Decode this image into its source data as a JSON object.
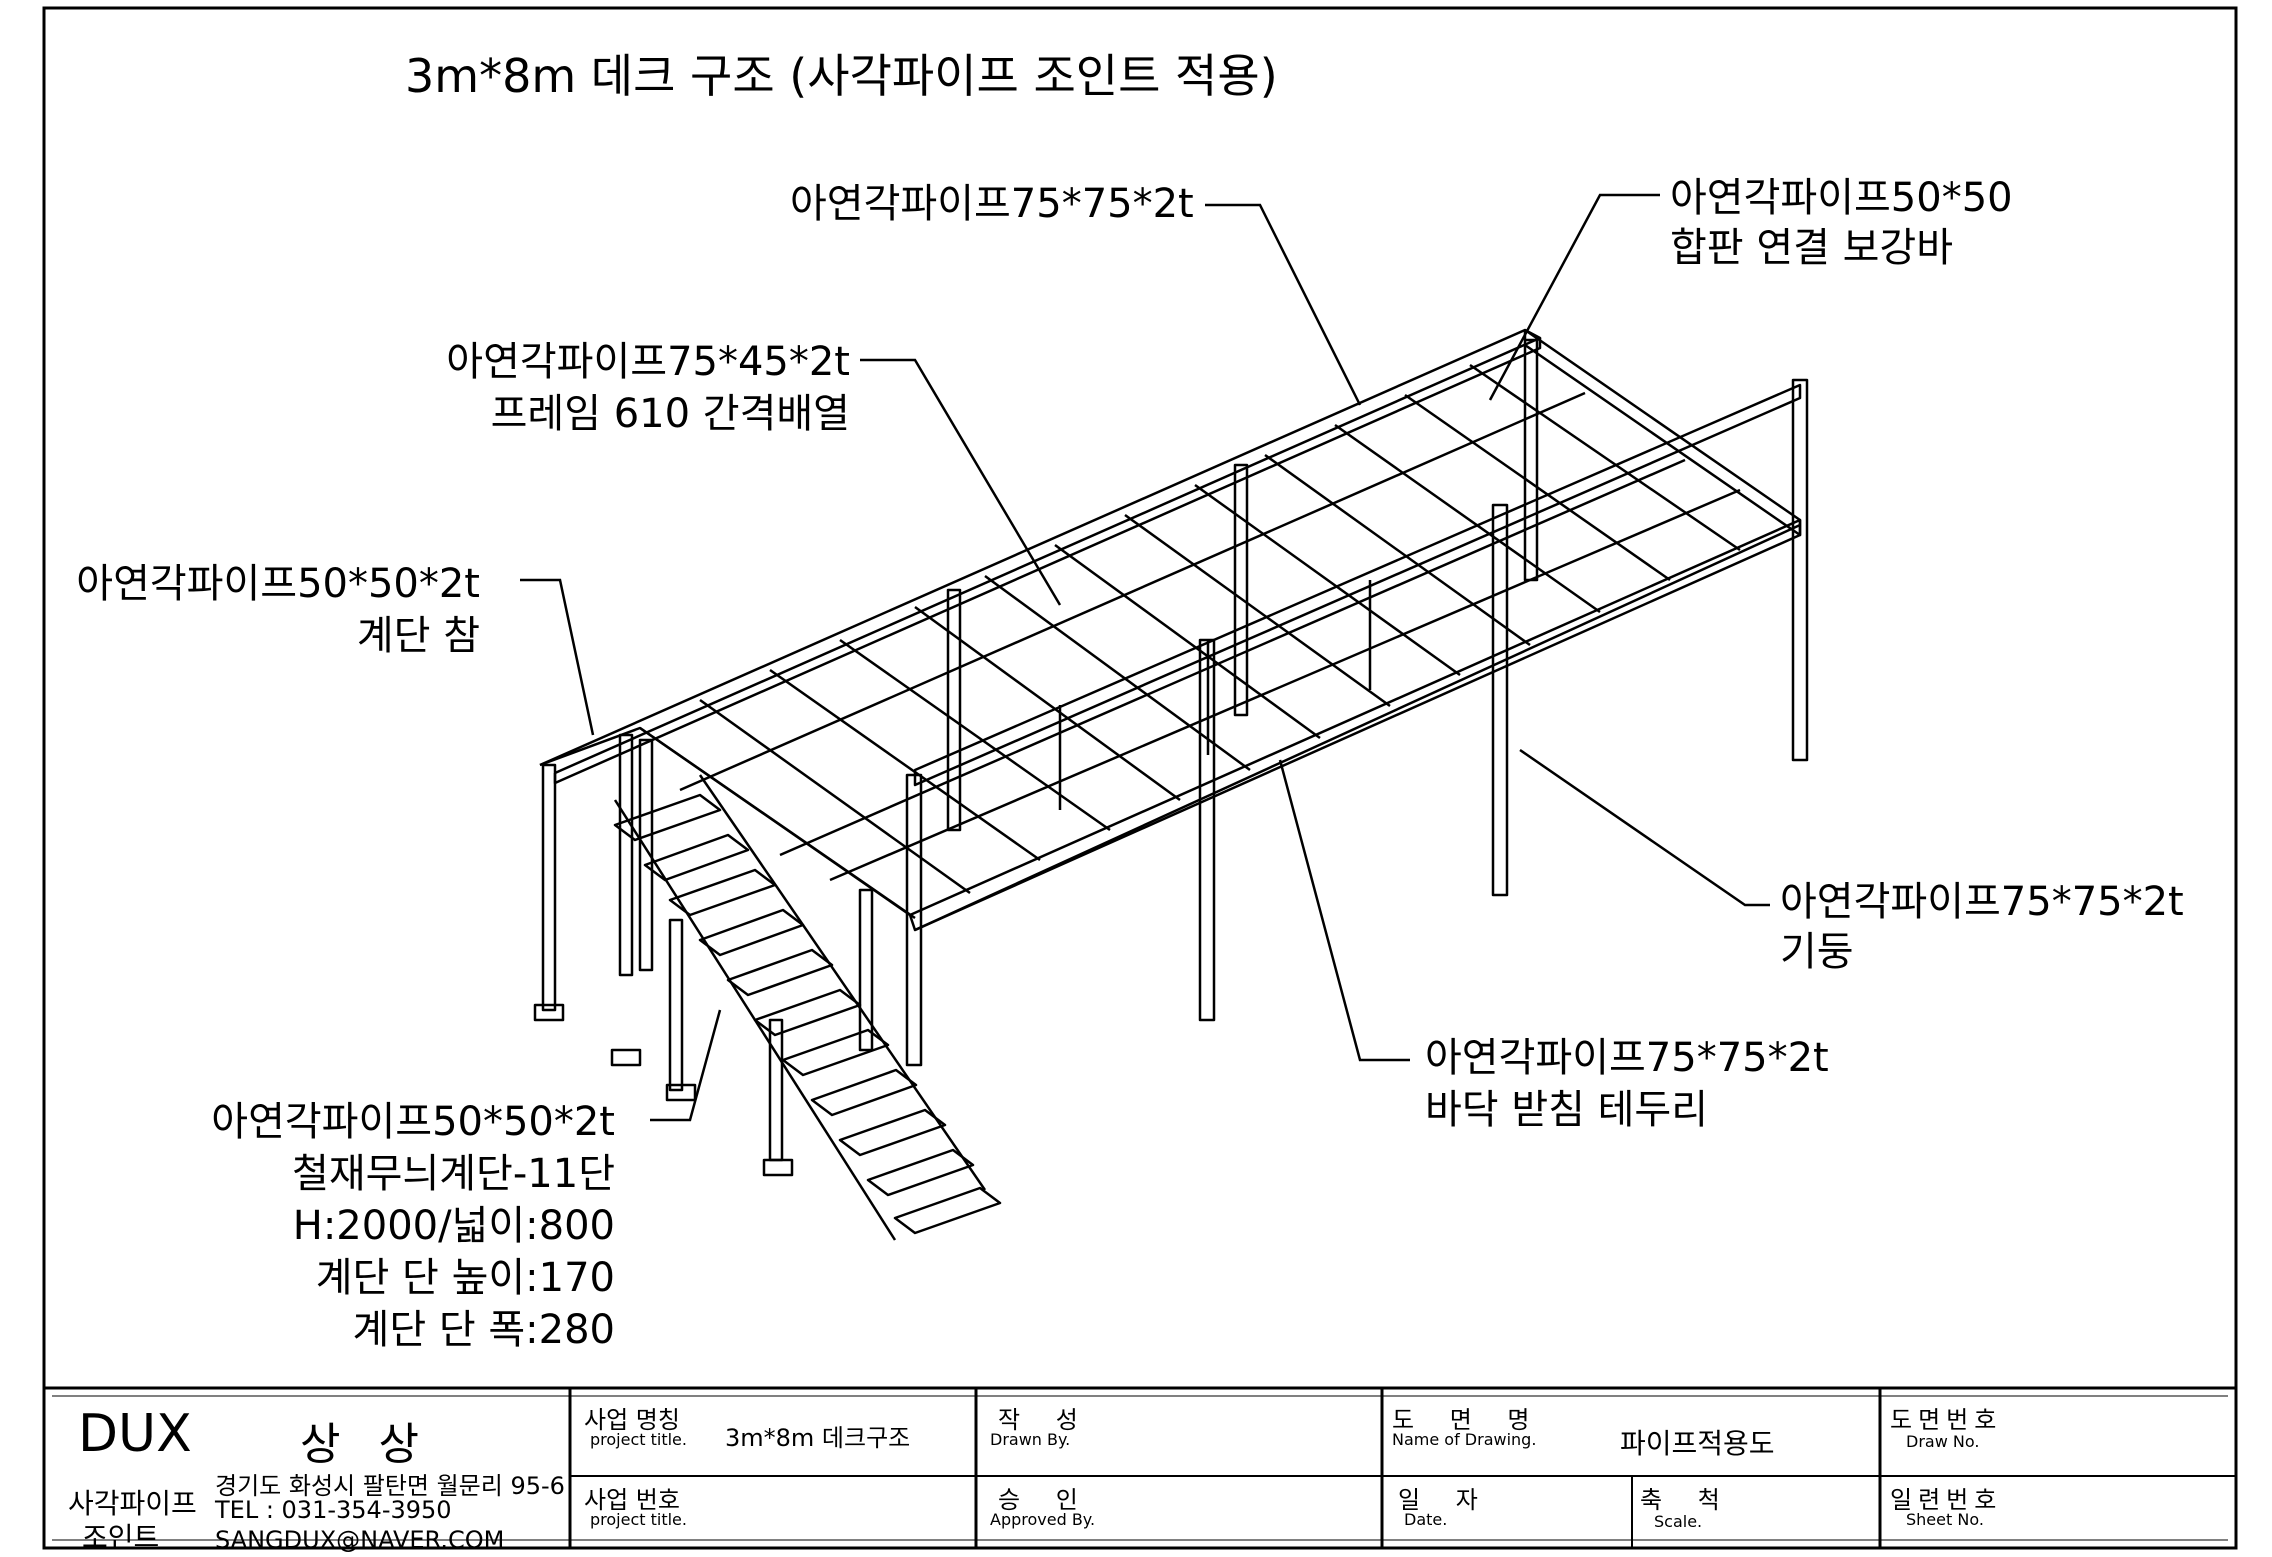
{
  "drawing": {
    "title": "3m*8m 데크 구조 (사각파이프 조인트 적용)"
  },
  "callouts": {
    "top_pipe": {
      "line1": "아연각파이프75*75*2t"
    },
    "reinforce": {
      "line1": "아연각파이프50*50",
      "line2": "합판 연결 보강바"
    },
    "frame": {
      "line1": "아연각파이프75*45*2t",
      "line2": "프레임 610 간격배열"
    },
    "landing": {
      "line1": "아연각파이프50*50*2t",
      "line2": "계단 참"
    },
    "column": {
      "line1": "아연각파이프75*75*2t",
      "line2": "기둥"
    },
    "edge": {
      "line1": "아연각파이프75*75*2t",
      "line2": "바닥 받침 테두리"
    },
    "stair": {
      "line1": "아연각파이프50*50*2t",
      "line2": "철재무늬계단-11단",
      "line3": "H:2000/넓이:800",
      "line4": "계단 단 높이:170",
      "line5": "계단 단 폭:280"
    }
  },
  "title_block": {
    "company": {
      "logo": "DUX",
      "name": "상 상",
      "brand_line1": "사각파이프",
      "brand_line2": "조인트",
      "address": "경기도 화성시 팔탄면 월문리 95-6",
      "tel": "TEL : 031-354-3950",
      "email": "SANGDUX@NAVER.COM"
    },
    "project_name_label": "사업 명칭",
    "project_name_sub": "project title.",
    "project_name_value": "3m*8m 데크구조",
    "project_no_label": "사업 번호",
    "project_no_sub": "project title.",
    "drawn_label": "작 성",
    "drawn_sub": "Drawn By.",
    "approved_label": "승 인",
    "approved_sub": "Approved By.",
    "drawing_name_label": "도 면 명",
    "drawing_name_sub": "Name of Drawing.",
    "drawing_name_value": "파이프적용도",
    "date_label": "일 자",
    "date_sub": "Date.",
    "scale_label": "축 척",
    "scale_sub": "Scale.",
    "draw_no_label": "도면번호",
    "draw_no_sub": "Draw No.",
    "sheet_no_label": "일련번호",
    "sheet_no_sub": "Sheet No."
  },
  "colors": {
    "line": "#000000",
    "background": "#ffffff"
  }
}
